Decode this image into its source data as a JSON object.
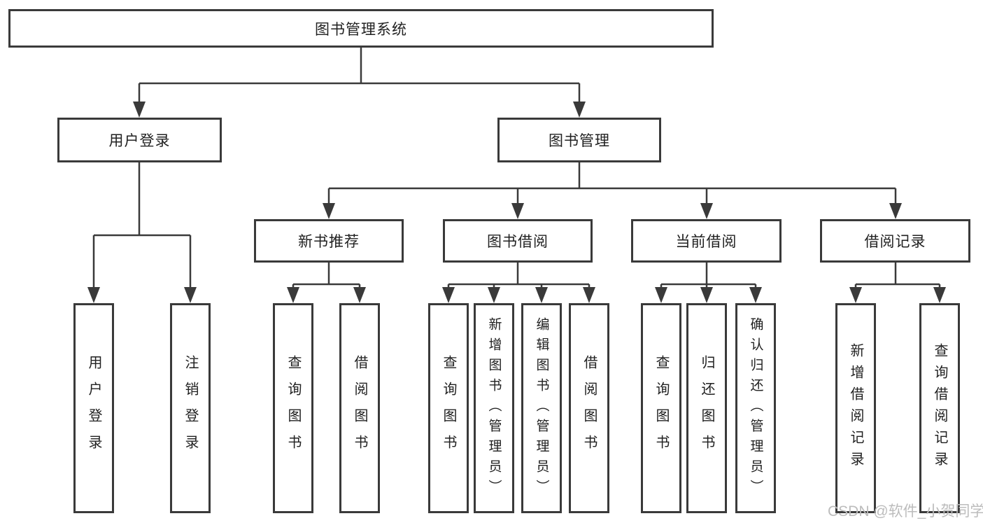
{
  "diagram": {
    "type": "hierarchy-tree",
    "root": {
      "label": "图书管理系统"
    },
    "branches": [
      {
        "label": "用户登录",
        "children": [
          {
            "label": "用户登录"
          },
          {
            "label": "注销登录"
          }
        ]
      },
      {
        "label": "图书管理",
        "children": [
          {
            "label": "新书推荐",
            "children": [
              {
                "label": "查询图书"
              },
              {
                "label": "借阅图书"
              }
            ]
          },
          {
            "label": "图书借阅",
            "children": [
              {
                "label": "查询图书"
              },
              {
                "label": "新增图书（管理员）"
              },
              {
                "label": "编辑图书（管理员）"
              },
              {
                "label": "借阅图书"
              }
            ]
          },
          {
            "label": "当前借阅",
            "children": [
              {
                "label": "查询图书"
              },
              {
                "label": "归还图书"
              },
              {
                "label": "确认归还（管理员）"
              }
            ]
          },
          {
            "label": "借阅记录",
            "children": [
              {
                "label": "新增借阅记录"
              },
              {
                "label": "查询借阅记录"
              }
            ]
          }
        ]
      }
    ]
  },
  "watermark": {
    "text": "CSDN @软件_小贺同学",
    "color": "#bcbcbc"
  },
  "colors": {
    "line": "#3a3a3a",
    "text": "#212121",
    "background": "#ffffff"
  }
}
